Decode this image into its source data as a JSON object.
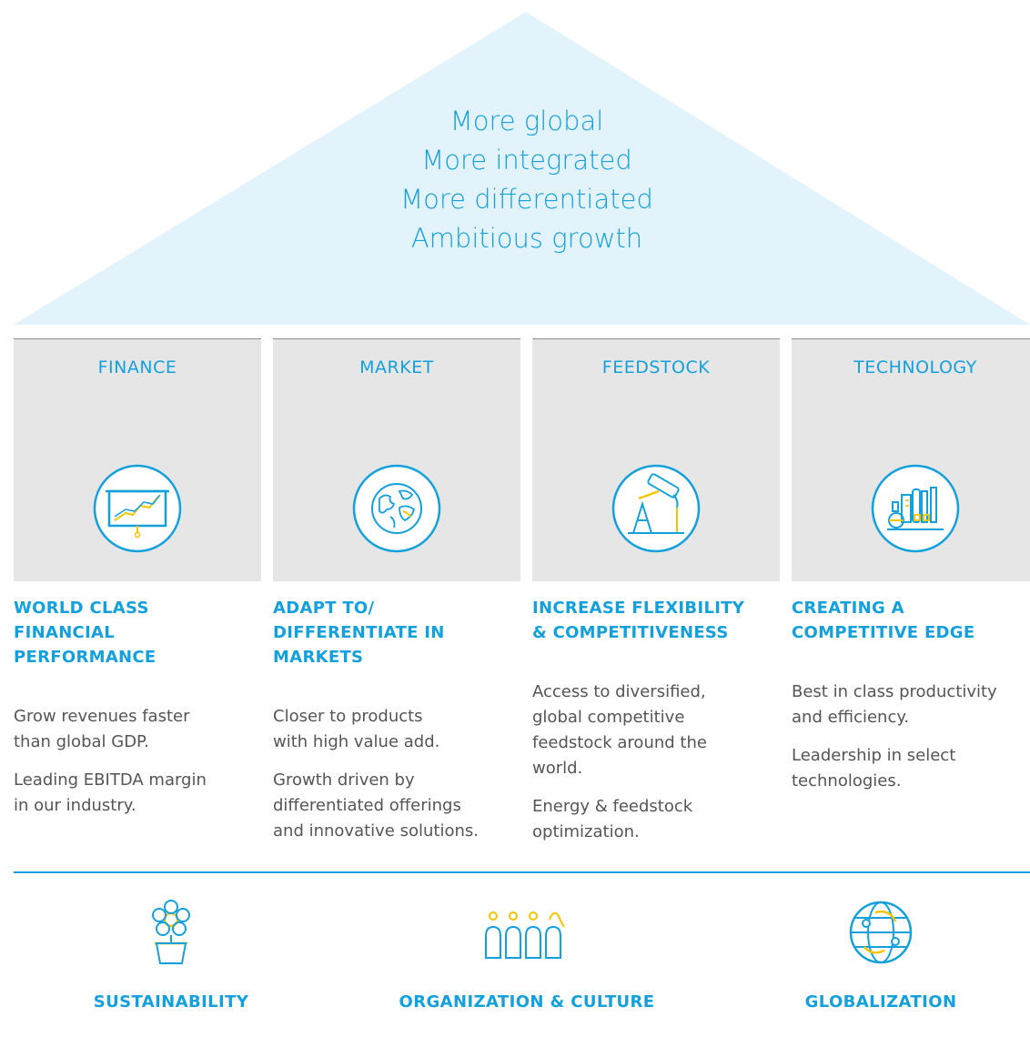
{
  "colors": {
    "accent": "#14a0dc",
    "roof": "#e3f3fc",
    "pillar_bg": "#e6e6e6",
    "yellow": "#f5c400",
    "body_text": "#555555"
  },
  "roof": {
    "lines": [
      "More global",
      "More integrated",
      "More differentiated",
      "Ambitious growth"
    ]
  },
  "pillars": [
    {
      "title": "FINANCE",
      "icon": "presentation-chart-icon",
      "heading": [
        "WORLD CLASS",
        "FINANCIAL",
        "PERFORMANCE"
      ],
      "paragraphs": [
        [
          "Grow revenues faster",
          "than global GDP."
        ],
        [
          "Leading EBITDA margin",
          "in our industry."
        ]
      ]
    },
    {
      "title": "MARKET",
      "icon": "globe-icon",
      "heading": [
        "ADAPT TO/",
        "DIFFERENTIATE IN",
        "MARKETS"
      ],
      "paragraphs": [
        [
          "Closer to products",
          "with high value add."
        ],
        [
          "Growth driven by",
          "differentiated offerings",
          "and innovative solutions."
        ]
      ]
    },
    {
      "title": "FEEDSTOCK",
      "icon": "oil-pump-icon",
      "heading": [
        "INCREASE FLEXIBILITY",
        "& COMPETITIVENESS"
      ],
      "paragraphs": [
        [
          "Access to diversified,",
          "global competitive",
          "feedstock around the",
          "world."
        ],
        [
          "Energy & feedstock",
          "optimization."
        ]
      ]
    },
    {
      "title": "TECHNOLOGY",
      "icon": "factory-icon",
      "heading": [
        "CREATING A",
        "COMPETITIVE EDGE"
      ],
      "paragraphs": [
        [
          "Best in class productivity",
          "and efficiency."
        ],
        [
          "Leadership in select",
          "technologies."
        ]
      ]
    }
  ],
  "foundation": [
    {
      "label": "SUSTAINABILITY",
      "icon": "flower-pot-icon"
    },
    {
      "label": "ORGANIZATION & CULTURE",
      "icon": "people-group-icon"
    },
    {
      "label": "GLOBALIZATION",
      "icon": "globe-arrows-icon"
    }
  ]
}
